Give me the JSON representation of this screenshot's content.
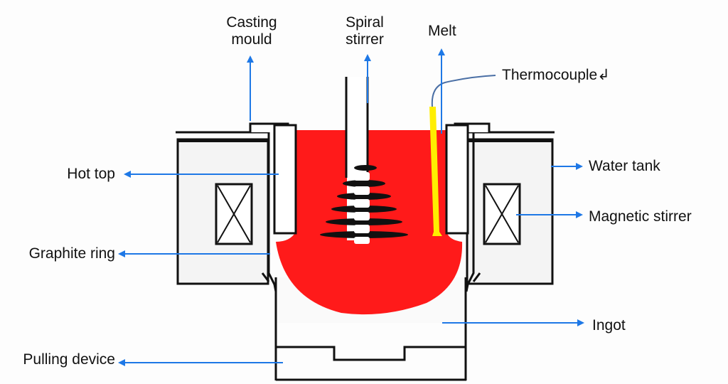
{
  "diagram": {
    "title": "Continuous casting apparatus with spiral and magnetic stirring",
    "colors": {
      "melt": "#ff1a1a",
      "thermocouple": "#ffee00",
      "arrow": "#1e78e6",
      "outline": "#111111",
      "wire": "#4a6fa5"
    },
    "labels": {
      "casting_mould_1": "Casting",
      "casting_mould_2": "mould",
      "spiral_stirrer_1": "Spiral",
      "spiral_stirrer_2": "stirrer",
      "melt": "Melt",
      "thermocouple": "Thermocouple↲",
      "hot_top": "Hot top",
      "water_tank": "Water tank",
      "magnetic_stirrer": "Magnetic stirrer",
      "graphite_ring": "Graphite ring",
      "ingot": "Ingot",
      "pulling_device": "Pulling device"
    }
  }
}
